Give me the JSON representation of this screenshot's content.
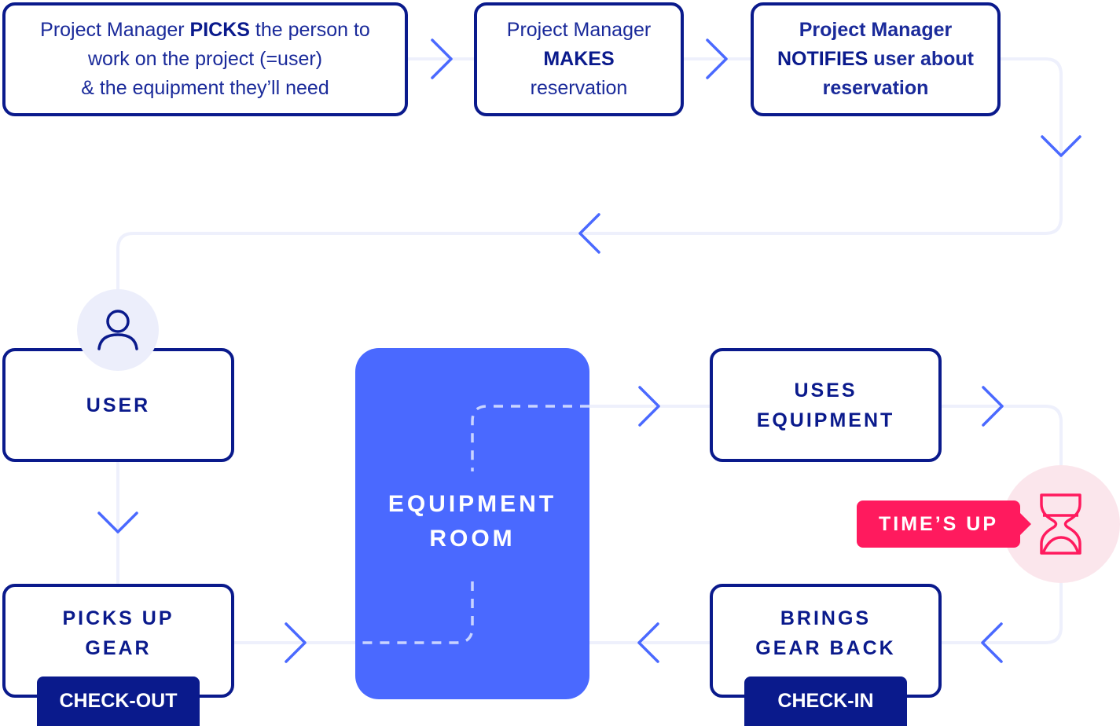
{
  "steps": {
    "pick": {
      "pre": "Project Manager ",
      "bold": "PICKS",
      "post": " the person to",
      "line2": "work on the project (=user)",
      "line3": "& the equipment they’ll need"
    },
    "make": {
      "line1": "Project Manager",
      "bold": "MAKES",
      "line3": "reservation"
    },
    "notify": {
      "line1": "Project Manager",
      "bold": "NOTIFIES",
      "post": " user about",
      "line3": "reservation"
    }
  },
  "user": {
    "label": "USER",
    "icon": "person-icon"
  },
  "picks_up": {
    "line1": "PICKS UP",
    "line2": "GEAR",
    "badge": "CHECK-OUT"
  },
  "room": {
    "line1": "EQUIPMENT",
    "line2": "ROOM"
  },
  "uses": {
    "line1": "USES",
    "line2": "EQUIPMENT"
  },
  "brings": {
    "line1": "BRINGS",
    "line2": "GEAR BACK",
    "badge": "CHECK-IN"
  },
  "timer": {
    "label": "TIME’S UP",
    "icon": "hourglass-icon"
  },
  "colors": {
    "navy": "#0a1a8c",
    "blue": "#4a69ff",
    "pink": "#ff1a5e",
    "line": "#eef0fc"
  }
}
